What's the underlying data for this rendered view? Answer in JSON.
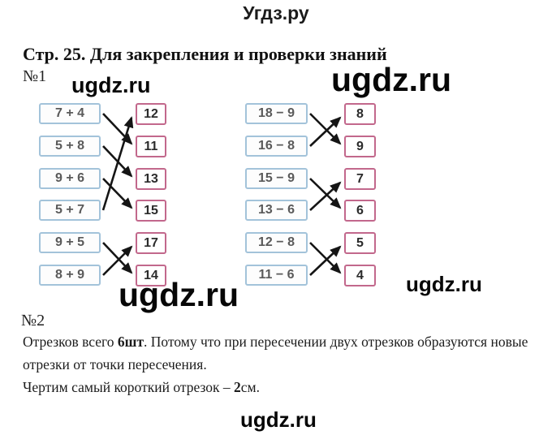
{
  "header": {
    "site_title": "Угдз.ру"
  },
  "page": {
    "heading": "Стр. 25. Для закрепления и проверки знаний"
  },
  "watermarks": {
    "top_left": "ugdz.ru",
    "top_right": "ugdz.ru",
    "mid_left": "ugdz.ru",
    "mid_right": "ugdz.ru",
    "footer": "ugdz.ru"
  },
  "task1": {
    "label": "№1",
    "groups": [
      {
        "expressions": [
          "7 + 4",
          "5 + 8",
          "9 + 6",
          "5 + 7",
          "9 + 5",
          "8 + 9"
        ],
        "answers": [
          "12",
          "11",
          "13",
          "15",
          "17",
          "14"
        ],
        "connections": [
          [
            0,
            1
          ],
          [
            1,
            2
          ],
          [
            2,
            3
          ],
          [
            3,
            0
          ],
          [
            4,
            5
          ],
          [
            5,
            4
          ]
        ]
      },
      {
        "expressions": [
          "18 − 9",
          "16 − 8",
          "15 − 9",
          "13 − 6",
          "12 − 8",
          "11 − 6"
        ],
        "answers": [
          "8",
          "9",
          "7",
          "6",
          "5",
          "4"
        ],
        "connections": [
          [
            0,
            1
          ],
          [
            1,
            0
          ],
          [
            2,
            3
          ],
          [
            3,
            2
          ],
          [
            4,
            5
          ],
          [
            5,
            4
          ]
        ]
      }
    ]
  },
  "task2": {
    "label": "№2",
    "lines": [
      [
        {
          "t": "Отрезков всего ",
          "b": false
        },
        {
          "t": "6шт",
          "b": true
        },
        {
          "t": ". Потому что при пересечении двух отрезков образуются новые",
          "b": false
        }
      ],
      [
        {
          "t": "отрезки от точки пересечения.",
          "b": false
        }
      ],
      [
        {
          "t": "Чертим самый короткий отрезок – ",
          "b": false
        },
        {
          "t": "2",
          "b": true
        },
        {
          "t": "см.",
          "b": false
        }
      ]
    ]
  },
  "colors": {
    "expression_box_border": "#a3c3da",
    "answer_box_border": "#c2688c",
    "arrow": "#151515"
  }
}
